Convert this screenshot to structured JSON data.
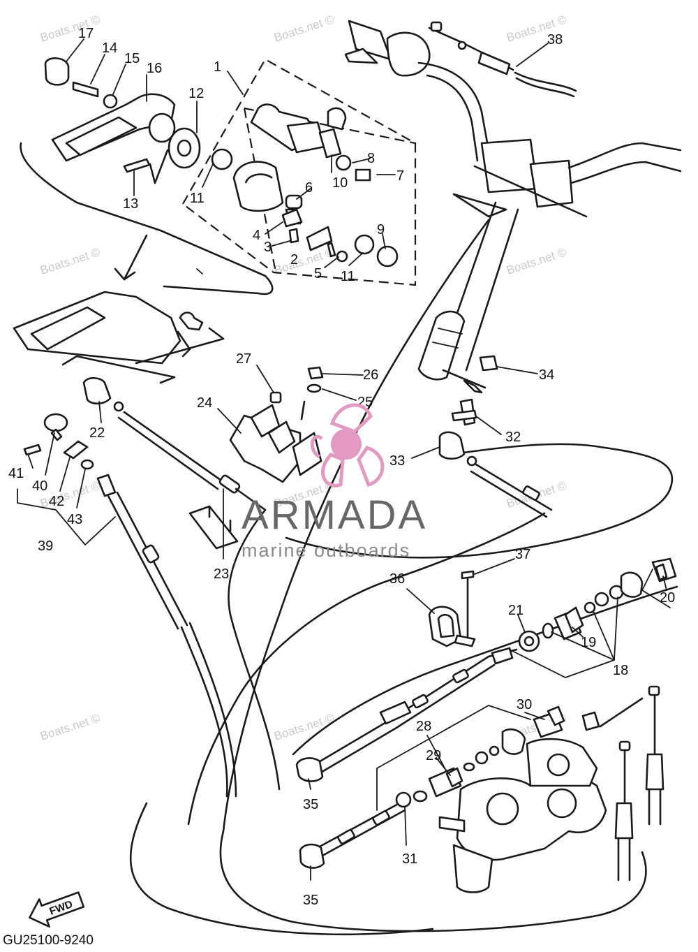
{
  "diagram_code": "GU25100-9240",
  "fwd_label": "FWD",
  "brand": {
    "name": "ARMADA",
    "tagline": "marine outboards",
    "logo_color": "#e29ac2",
    "text_color": "#676767"
  },
  "watermark_text": "Boats.net ©",
  "callouts": [
    "1",
    "2",
    "3",
    "4",
    "5",
    "6",
    "7",
    "8",
    "9",
    "10",
    "11",
    "11",
    "12",
    "13",
    "14",
    "15",
    "16",
    "17",
    "18",
    "19",
    "20",
    "21",
    "22",
    "23",
    "24",
    "25",
    "26",
    "27",
    "28",
    "29",
    "30",
    "31",
    "32",
    "33",
    "34",
    "35",
    "35",
    "36",
    "37",
    "38",
    "39",
    "40",
    "41",
    "42",
    "43"
  ]
}
